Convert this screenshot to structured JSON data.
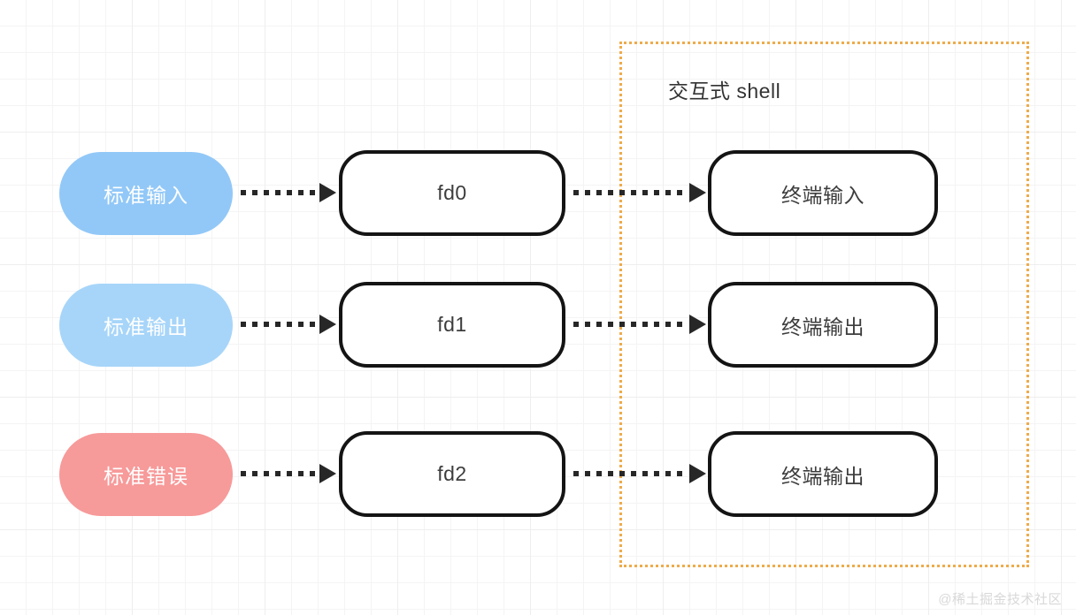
{
  "diagram": {
    "title_text": "交互式 shell",
    "rows": [
      {
        "source_label": "标准输入",
        "source_color": "#92C8F7",
        "fd_label": "fd0",
        "terminal_label": "终端输入"
      },
      {
        "source_label": "标准输出",
        "source_color": "#A7D5F9",
        "fd_label": "fd1",
        "terminal_label": "终端输出"
      },
      {
        "source_label": "标准错误",
        "source_color": "#F79A9A",
        "fd_label": "fd2",
        "terminal_label": "终端输出"
      }
    ],
    "container": {
      "border_color": "#EEAB4B",
      "border_style": "dotted"
    },
    "arrow_color": "#272727",
    "box_border_color": "#141414",
    "box_text_color": "#3D3D3D",
    "grid_color": "#F4F4F4"
  },
  "watermark": {
    "text": "@稀土掘金技术社区",
    "color": "#D8D8D8"
  }
}
